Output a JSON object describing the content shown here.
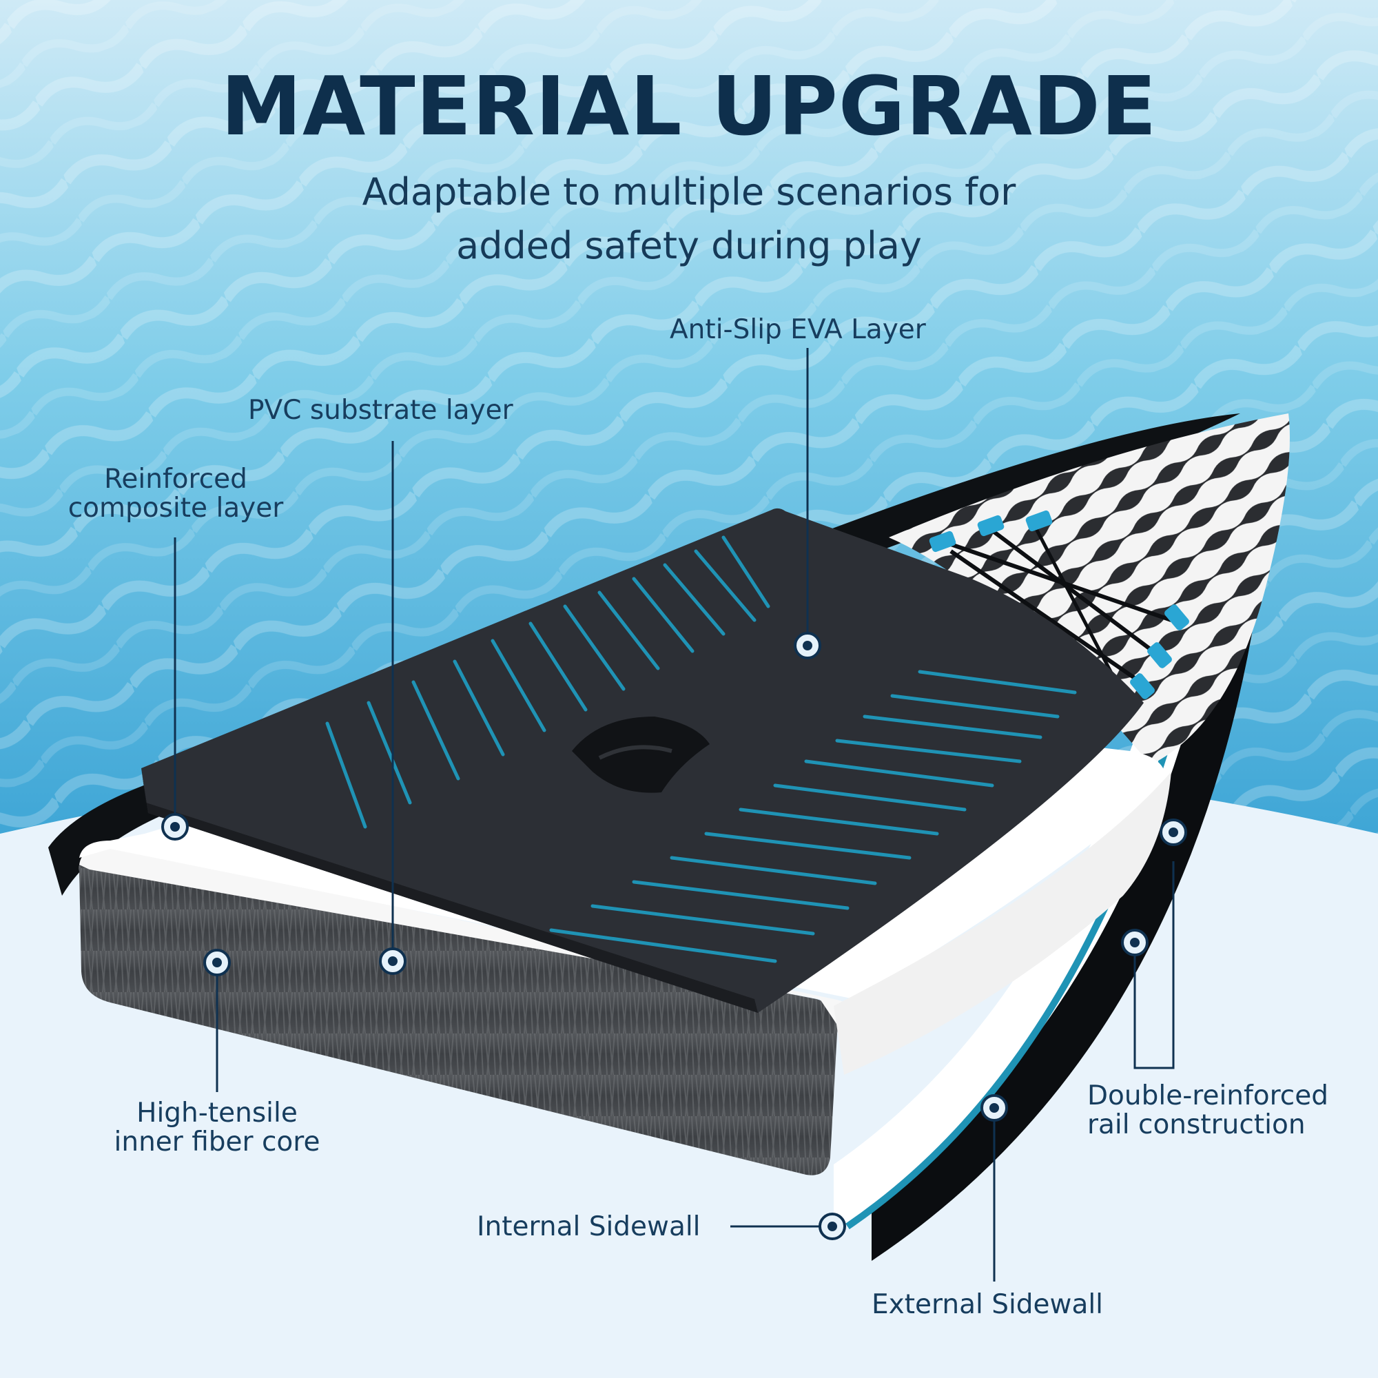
{
  "header": {
    "title": "MATERIAL UPGRADE",
    "subtitle_line1": "Adaptable to multiple scenarios for",
    "subtitle_line2": "added safety during play"
  },
  "labels": {
    "anti_slip": "Anti-Slip EVA Layer",
    "pvc": "PVC substrate layer",
    "reinforced_line1": "Reinforced",
    "reinforced_line2": "composite layer",
    "fiber_line1": "High-tensile",
    "fiber_line2": "inner fiber core",
    "double_line1": "Double-reinforced",
    "double_line2": "rail construction",
    "internal": "Internal Sidewall",
    "external": "External Sidewall"
  },
  "colors": {
    "text": "#12385a",
    "accent": "#1f93b5",
    "deck": "#2c2f35",
    "background": "#e9f3fb"
  }
}
